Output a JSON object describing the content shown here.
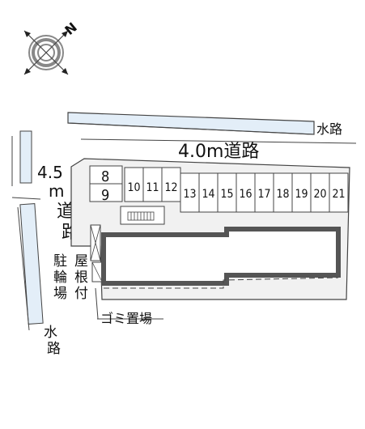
{
  "compass": {
    "label": "N",
    "icon": "compass-rose-icon"
  },
  "roads": {
    "top_road": "4.0m道路",
    "side_road_width": "4.5",
    "side_road_unit": "m",
    "side_road_char1": "道",
    "side_road_char2": "路"
  },
  "waterways": {
    "top": "水路",
    "left_char1": "水",
    "left_char2": "路"
  },
  "parking": {
    "upper_stack": "8",
    "lower_stack": "9",
    "spaces": [
      "10",
      "11",
      "12",
      "13",
      "14",
      "15",
      "16",
      "17",
      "18",
      "19",
      "20",
      "21"
    ]
  },
  "labels": {
    "bicycle_parking": [
      "駐",
      "輪",
      "場"
    ],
    "roofed": [
      "屋",
      "根",
      "付"
    ],
    "garbage": "ゴミ置場"
  },
  "colors": {
    "waterway": "#e3eef8",
    "lot": "#f1f1f1",
    "building_border": "#555555",
    "line": "#444444"
  }
}
